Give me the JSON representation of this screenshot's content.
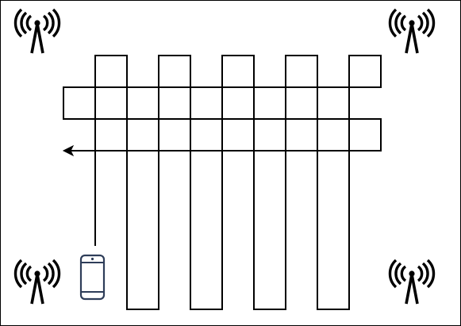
{
  "diagram": {
    "background_color": "#ffffff",
    "line_color": "#000000",
    "phone_color": "#2e3d59",
    "antennas": [
      {
        "name": "antenna-top-left-icon",
        "corner": "top-left"
      },
      {
        "name": "antenna-top-right-icon",
        "corner": "top-right"
      },
      {
        "name": "antenna-bottom-left-icon",
        "corner": "bottom-left"
      },
      {
        "name": "antenna-bottom-right-icon",
        "corner": "bottom-right"
      }
    ],
    "phone": {
      "name": "mobile-phone-icon"
    },
    "path": {
      "name": "device-trajectory-path",
      "direction": "ends-left-with-arrow"
    }
  }
}
